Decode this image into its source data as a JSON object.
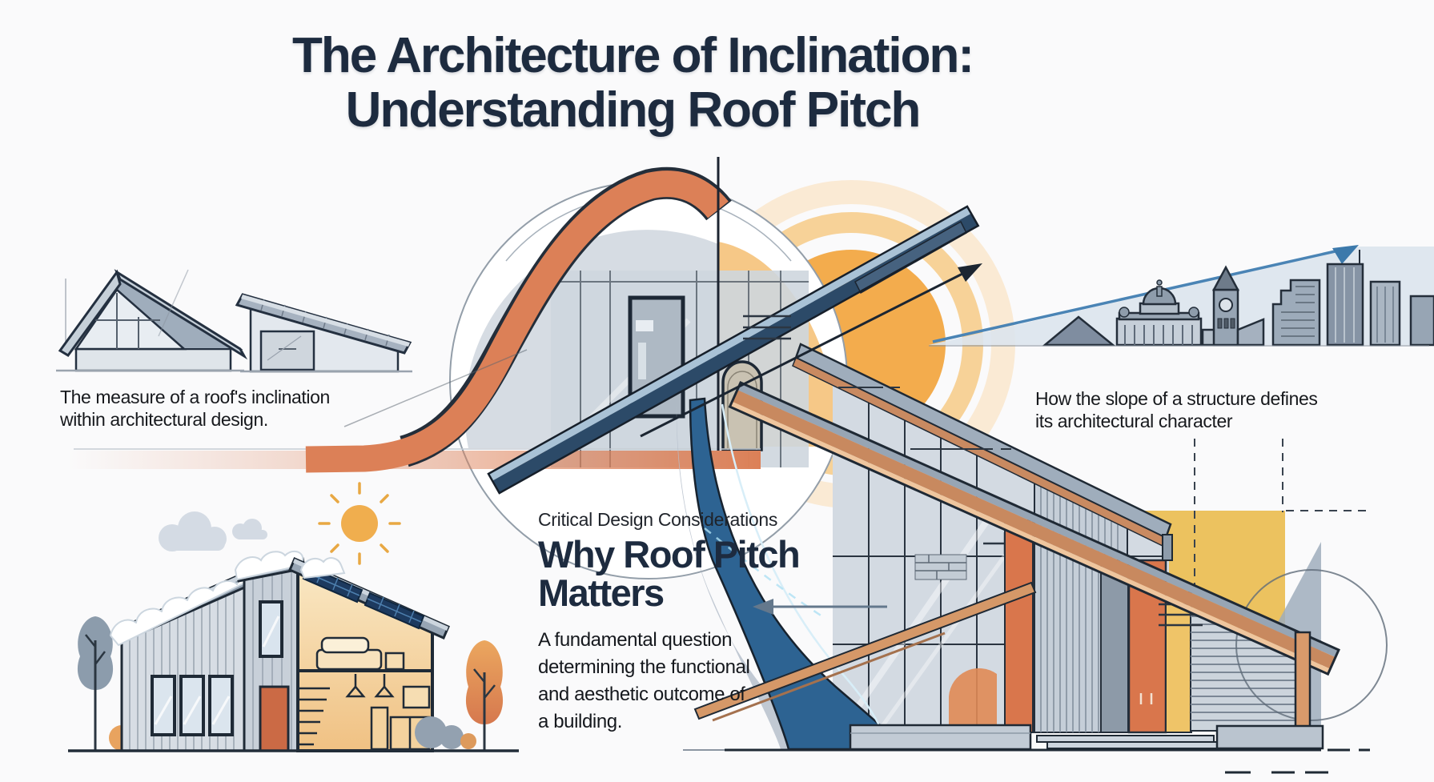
{
  "title": {
    "lines": [
      "The Architecture of Inclination:",
      "Understanding Roof Pitch"
    ]
  },
  "pitch_definition": {
    "caption_lines": [
      "The measure of a roof's inclination",
      "within architectural design."
    ],
    "illustration": "steep-gable-house-and-low-slope-shed-house"
  },
  "architectural_character": {
    "caption_lines": [
      "How the slope of a structure defines",
      "its architectural character"
    ],
    "illustration": "city-skyline-with-rising-slope-arrow"
  },
  "why_roof_pitch": {
    "eyebrow": "Critical Design Considerations",
    "heading_lines": [
      "Why Roof Pitch",
      "Matters"
    ],
    "body_lines": [
      "A fundamental question",
      "determining the functional",
      "and aesthetic outcome of",
      "a building."
    ]
  },
  "illustrations": {
    "center": "abstract-roof-pitch-diagram-with-curves-beam-and-modern-building",
    "bottom_left": "eco-house-with-solar-panels-snow-sun-and-trees",
    "icons": [
      "sun-icon",
      "cloud-icon",
      "tree-icon",
      "up-right-arrow-icon",
      "left-arrow-icon"
    ]
  },
  "colors": {
    "background": "#fafafb",
    "title_text": "#1d2b3f",
    "body_text": "#17191d",
    "accent_orange": "#dc8057",
    "accent_amber": "#f3ac4d",
    "beam_blue": "#2c4a68",
    "ribbon_blue": "#2d6392",
    "copper": "#c98a61",
    "steel_gray": "#9aa7b6",
    "outline_dark": "#1f2934"
  }
}
